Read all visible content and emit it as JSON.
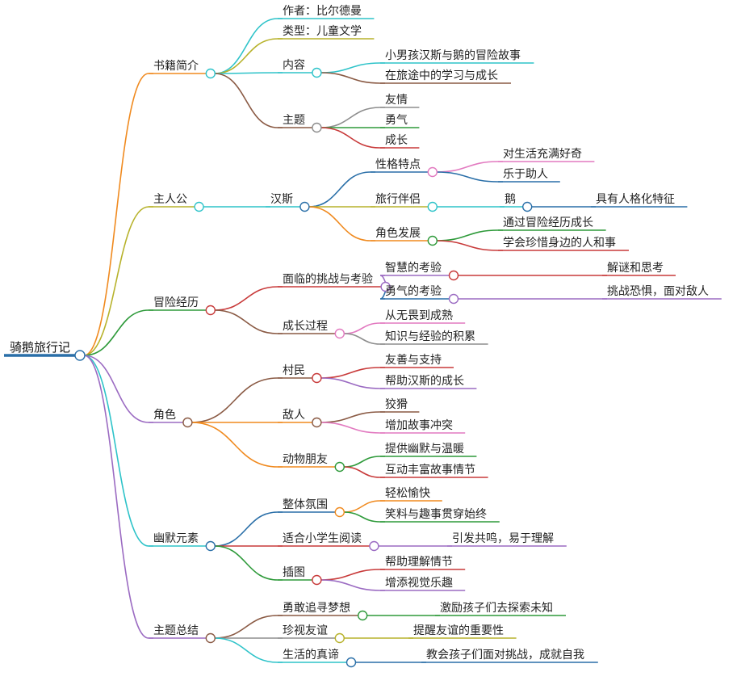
{
  "root": {
    "label": "骑鹅旅行记",
    "color": "#2a6fa8",
    "children": [
      {
        "label": "书籍简介",
        "color": "#f08a1f",
        "children": [
          {
            "label": "作者：比尔德曼",
            "color": "#2ec3c9"
          },
          {
            "label": "类型：儿童文学",
            "color": "#b7b22b"
          },
          {
            "label": "内容",
            "color": "#2ec3c9",
            "children": [
              {
                "label": "小男孩汉斯与鹅的冒险故事",
                "color": "#2ec3c9"
              },
              {
                "label": "在旅途中的学习与成长",
                "color": "#8a5a44"
              }
            ]
          },
          {
            "label": "主题",
            "color": "#8a5a44",
            "children": [
              {
                "label": "友情",
                "color": "#8d8d8d"
              },
              {
                "label": "勇气",
                "color": "#2e9a3a"
              },
              {
                "label": "成长",
                "color": "#c83a3a"
              }
            ]
          }
        ]
      },
      {
        "label": "主人公",
        "color": "#b7b22b",
        "children": [
          {
            "label": "汉斯",
            "color": "#2ec3c9",
            "children": [
              {
                "label": "性格特点",
                "color": "#2a6fa8",
                "children": [
                  {
                    "label": "对生活充满好奇",
                    "color": "#e27ac0"
                  },
                  {
                    "label": "乐于助人",
                    "color": "#2a6fa8"
                  }
                ]
              },
              {
                "label": "旅行伴侣",
                "color": "#b7b22b",
                "children": [
                  {
                    "label": "鹅",
                    "color": "#2ec3c9",
                    "children": [
                      {
                        "label": "具有人格化特征",
                        "color": "#2a6fa8"
                      }
                    ]
                  }
                ]
              },
              {
                "label": "角色发展",
                "color": "#f08a1f",
                "children": [
                  {
                    "label": "通过冒险经历成长",
                    "color": "#2e9a3a"
                  },
                  {
                    "label": "学会珍惜身边的人和事",
                    "color": "#c83a3a"
                  }
                ]
              }
            ]
          }
        ]
      },
      {
        "label": "冒险经历",
        "color": "#2e9a3a",
        "children": [
          {
            "label": "面临的挑战与考验",
            "color": "#c83a3a",
            "children": [
              {
                "label": "智慧的考验",
                "color": "#9b6bc2",
                "children": [
                  {
                    "label": "解谜和思考",
                    "color": "#c83a3a"
                  }
                ]
              },
              {
                "label": "勇气的考验",
                "color": "#2a6fa8",
                "children": [
                  {
                    "label": "挑战恐惧，面对敌人",
                    "color": "#9b6bc2"
                  }
                ]
              }
            ]
          },
          {
            "label": "成长过程",
            "color": "#8a5a44",
            "children": [
              {
                "label": "从无畏到成熟",
                "color": "#e27ac0"
              },
              {
                "label": "知识与经验的积累",
                "color": "#8d8d8d"
              }
            ]
          }
        ]
      },
      {
        "label": "角色",
        "color": "#9b6bc2",
        "children": [
          {
            "label": "村民",
            "color": "#8a5a44",
            "children": [
              {
                "label": "友善与支持",
                "color": "#c83a3a"
              },
              {
                "label": "帮助汉斯的成长",
                "color": "#9b6bc2"
              }
            ]
          },
          {
            "label": "敌人",
            "color": "#f08a1f",
            "children": [
              {
                "label": "狡猾",
                "color": "#8a5a44"
              },
              {
                "label": "增加故事冲突",
                "color": "#e27ac0"
              }
            ]
          },
          {
            "label": "动物朋友",
            "color": "#f08a1f",
            "children": [
              {
                "label": "提供幽默与温暖",
                "color": "#2e9a3a"
              },
              {
                "label": "互动丰富故事情节",
                "color": "#c83a3a"
              }
            ]
          }
        ]
      },
      {
        "label": "幽默元素",
        "color": "#2ec3c9",
        "children": [
          {
            "label": "整体氛围",
            "color": "#2a6fa8",
            "children": [
              {
                "label": "轻松愉快",
                "color": "#f08a1f"
              },
              {
                "label": "笑料与趣事贯穿始终",
                "color": "#2e9a3a"
              }
            ]
          },
          {
            "label": "适合小学生阅读",
            "color": "#c83a3a",
            "children": [
              {
                "label": "引发共鸣，易于理解",
                "color": "#9b6bc2"
              }
            ]
          },
          {
            "label": "插图",
            "color": "#2e9a3a",
            "children": [
              {
                "label": "帮助理解情节",
                "color": "#c83a3a"
              },
              {
                "label": "增添视觉乐趣",
                "color": "#9b6bc2"
              }
            ]
          }
        ]
      },
      {
        "label": "主题总结",
        "color": "#9b6bc2",
        "children": [
          {
            "label": "勇敢追寻梦想",
            "color": "#8a5a44",
            "children": [
              {
                "label": "激励孩子们去探索未知",
                "color": "#2e9a3a"
              }
            ]
          },
          {
            "label": "珍视友谊",
            "color": "#8d8d8d",
            "children": [
              {
                "label": "提醒友谊的重要性",
                "color": "#b7b22b"
              }
            ]
          },
          {
            "label": "生活的真谛",
            "color": "#2ec3c9",
            "children": [
              {
                "label": "教会孩子们面对挑战，成就自我",
                "color": "#2a6fa8"
              }
            ]
          }
        ]
      }
    ]
  }
}
